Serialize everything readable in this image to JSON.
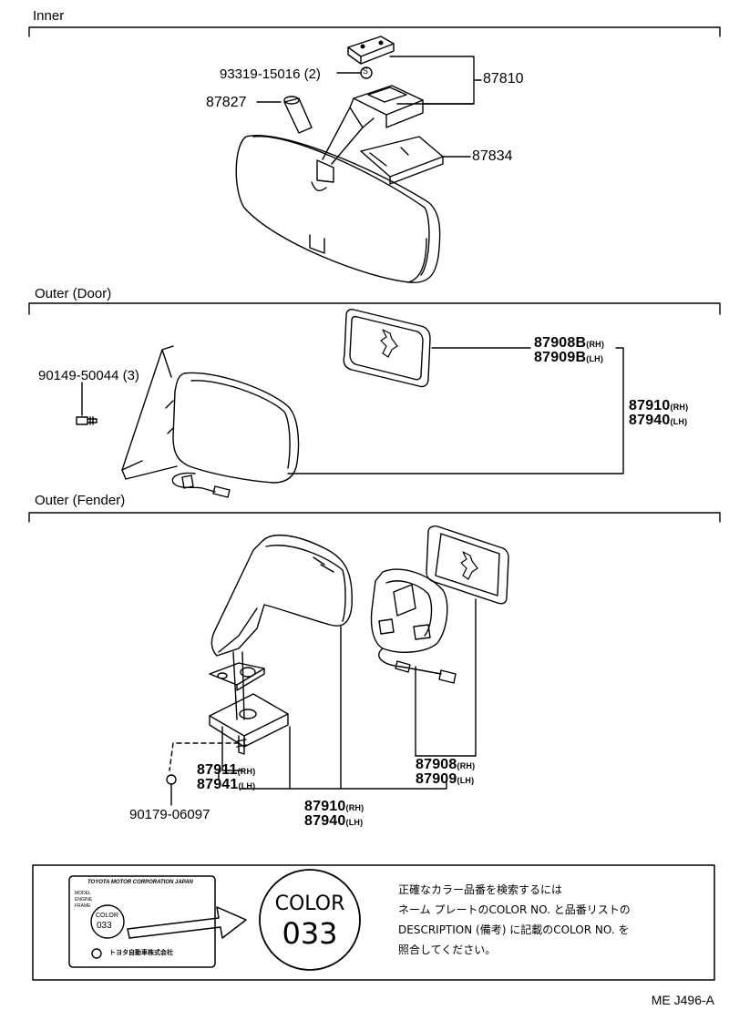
{
  "sections": {
    "inner": "Inner",
    "outer_door": "Outer (Door)",
    "outer_fender": "Outer (Fender)"
  },
  "inner": {
    "screw": "93319-15016 (2)",
    "screw_mark": "S",
    "assembly": "87810",
    "cover": "87827",
    "bracket": "87834"
  },
  "door": {
    "screw": "90149-50044 (3)",
    "mirror_rh": "87908B",
    "mirror_lh": "87909B",
    "outer_rh": "87910",
    "outer_lh": "87940"
  },
  "fender": {
    "mirror_rh": "87908",
    "mirror_lh": "87909",
    "base_rh": "87911",
    "base_lh": "87941",
    "outer_rh": "87910",
    "outer_lh": "87940",
    "nut": "90179-06097"
  },
  "suffix": {
    "rh": "(RH)",
    "lh": "(LH)"
  },
  "colorbox": {
    "plate_title": "TOYOTA MOTOR CORPORATION JAPAN",
    "plate_model": "MODEL",
    "plate_engine": "ENGINE",
    "plate_frame": "FRAME",
    "plate_color": "COLOR",
    "plate_code": "033",
    "plate_maker": "トヨタ自動車株式会社",
    "circle_word": "COLOR",
    "circle_code": "033",
    "note_line1": "正確なカラー品番を検索するには",
    "note_line2": "ネーム プレートのCOLOR NO. と品番リストの",
    "note_line3": "DESCRIPTION (備考) に記載のCOLOR NO. を",
    "note_line4": "照合してください。"
  },
  "diagram_code": "ME J496-A"
}
